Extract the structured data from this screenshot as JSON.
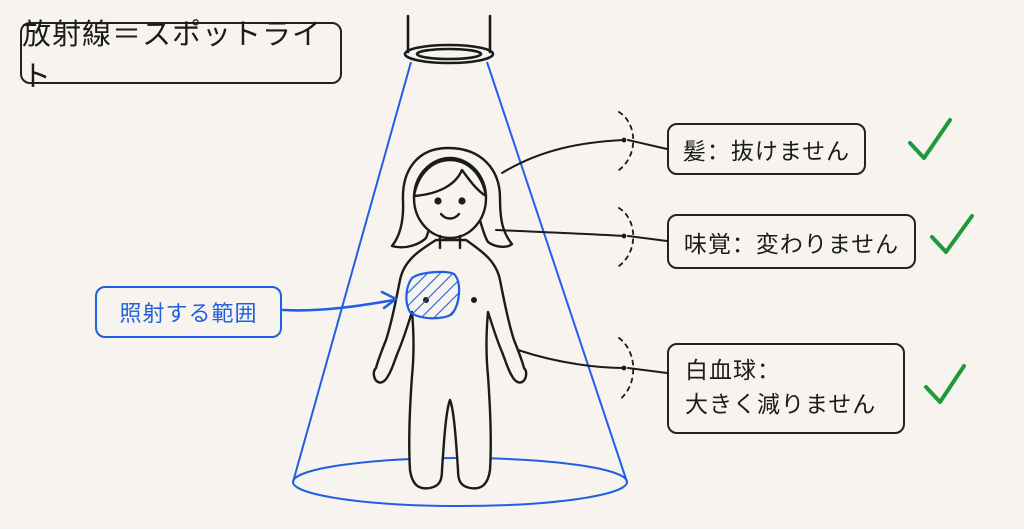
{
  "title": "放射線＝スポットライト",
  "irradiation_label": "照射する範囲",
  "effects": {
    "hair": "髪：抜けません",
    "taste": "味覚：変わりません",
    "wbc_line1": "白血球：",
    "wbc_line2": "大きく減りません"
  },
  "icons": {
    "spotlight": "spotlight-icon",
    "person": "person-figure-icon",
    "check": "check-mark-icon"
  },
  "colors": {
    "beam": "#1f5fe0",
    "check": "#1e9a3c",
    "ink": "#1b1b1b",
    "background": "#f7f4ef"
  }
}
